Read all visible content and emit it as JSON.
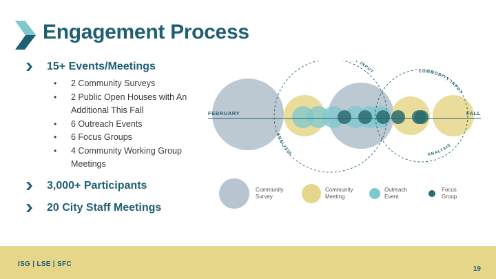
{
  "title": "Engagement Process",
  "bullets": [
    {
      "label": "15+ Events/Meetings",
      "sub": [
        "2 Community Surveys",
        "2 Public Open Houses with An Additional This Fall",
        "6 Outreach Events",
        "6 Focus Groups",
        "4 Community Working Group Meetings"
      ]
    },
    {
      "label": "3,000+ Participants"
    },
    {
      "label": "20 City Staff Meetings"
    }
  ],
  "diagram": {
    "axis_start": "FEBRUARY",
    "axis_end": "FALL",
    "arc_labels": [
      "COMMUNITY INPUT",
      "COMMUNITY INPUT",
      "ANALYSIS",
      "ANALYSIS"
    ],
    "legend": [
      {
        "label": "Community Survey",
        "color": "#b8c5d0"
      },
      {
        "label": "Community Meeting",
        "color": "#e6d68a"
      },
      {
        "label": "Outreach Event",
        "color": "#7ec8cf"
      },
      {
        "label": "Focus Group",
        "color": "#2a6b6e"
      }
    ]
  },
  "footer": {
    "orgs": "ISG | LSE | SFC",
    "page": "19"
  },
  "colors": {
    "title": "#1f5f73",
    "footer_bar": "#e6d68a",
    "survey": "#b8c5d0",
    "meeting": "#e6d68a",
    "outreach": "#7ec8cf",
    "focus": "#2a6b6e"
  }
}
